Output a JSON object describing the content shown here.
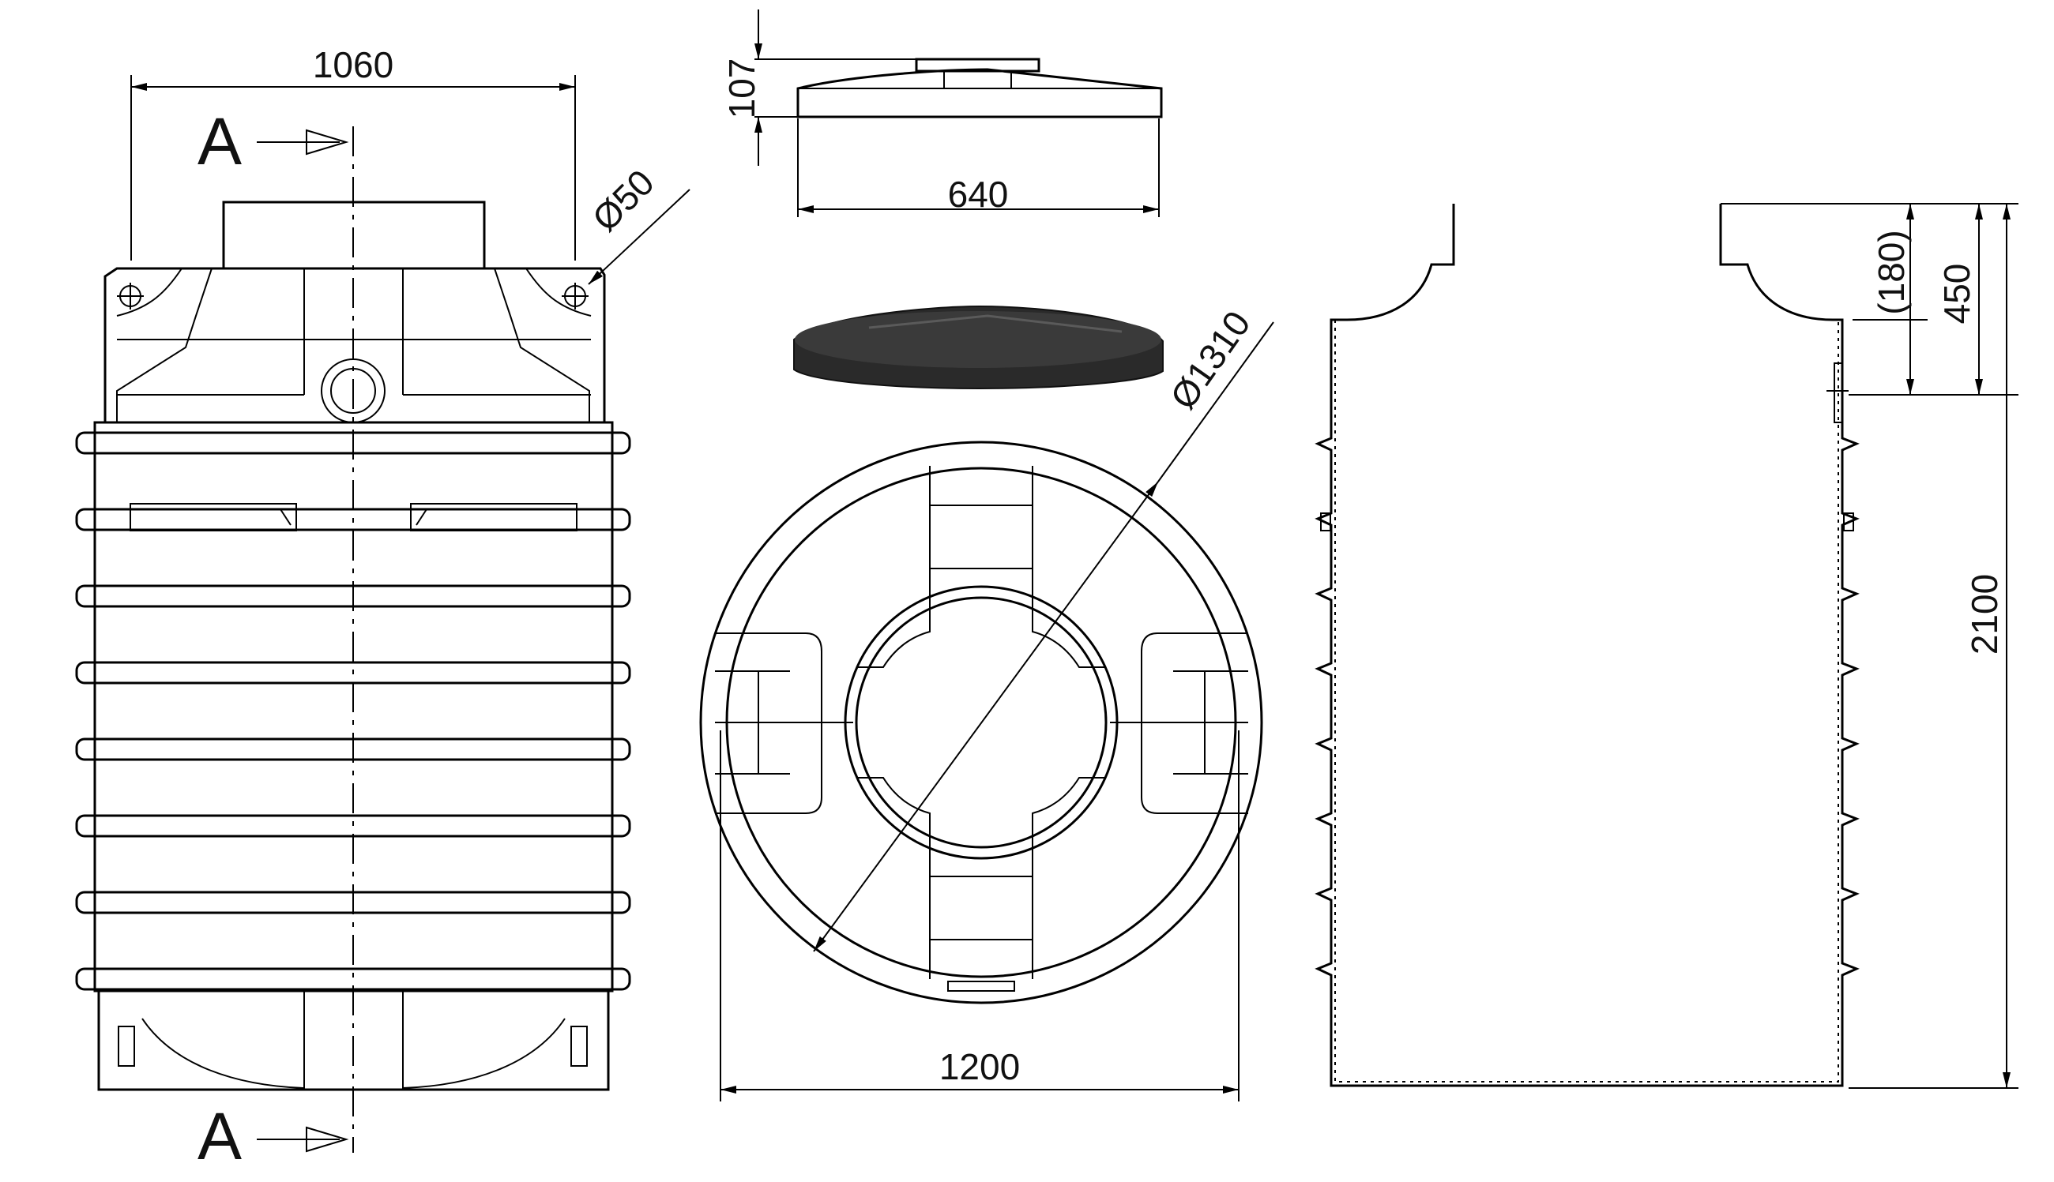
{
  "front_view": {
    "width_label": "1060",
    "hole_label": "Ø50",
    "section_top": "A",
    "section_bottom": "A"
  },
  "lid_view": {
    "height_label": "107",
    "width_label": "640"
  },
  "top_view": {
    "diameter_label": "Ø1310",
    "width_label": "1200"
  },
  "section_view": {
    "ref_label": "(180)",
    "neck_label": "450",
    "height_label": "2100"
  },
  "colors": {
    "line": "#000000",
    "lid_fill": "#2a2a2a"
  },
  "icons": [
    "arrow-icon",
    "crosshair-hole-icon"
  ]
}
